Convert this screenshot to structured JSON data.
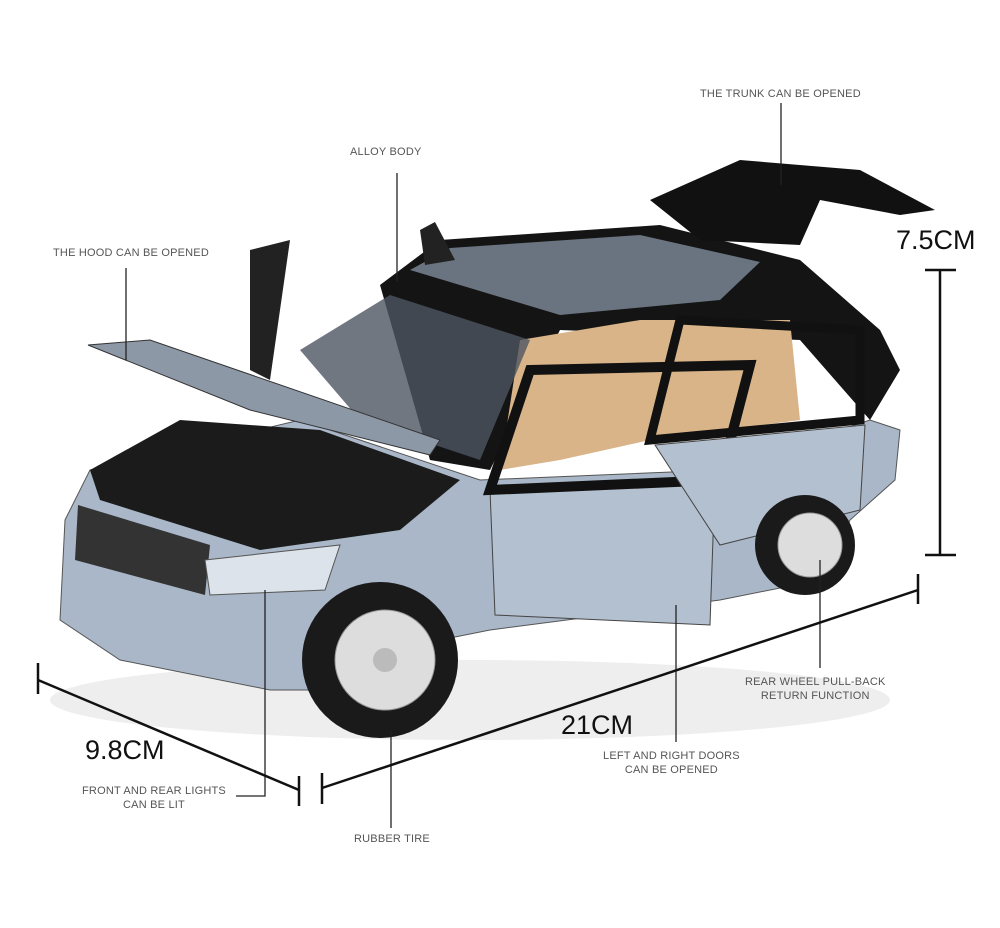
{
  "annotations": {
    "trunk": "THE TRUNK CAN BE OPENED",
    "alloy": "ALLOY BODY",
    "hood": "THE HOOD CAN BE OPENED",
    "rear_wheel_line1": "REAR WHEEL PULL-BACK",
    "rear_wheel_line2": "RETURN FUNCTION",
    "doors_line1": "LEFT AND RIGHT DOORS",
    "doors_line2": "CAN BE OPENED",
    "lights_line1": "FRONT AND REAR LIGHTS",
    "lights_line2": "CAN BE LIT",
    "tire": "RUBBER TIRE"
  },
  "dimensions": {
    "height": "7.5CM",
    "length": "21CM",
    "width": "9.8CM"
  },
  "colors": {
    "body": "#a9b7c8",
    "roof": "#141414",
    "interior": "#d9b488",
    "line": "#222222"
  }
}
